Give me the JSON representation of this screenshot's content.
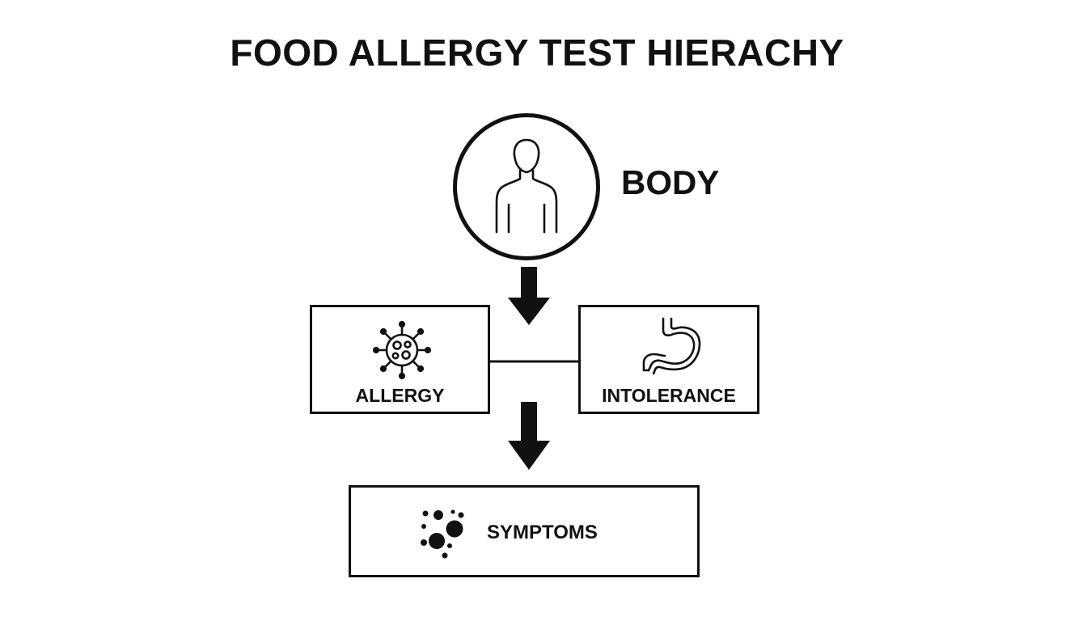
{
  "title": "FOOD ALLERGY TEST HIERACHY",
  "nodes": {
    "body": {
      "label": "BODY",
      "icon": "person-icon"
    },
    "allergy": {
      "label": "ALLERGY",
      "icon": "virus-icon"
    },
    "intolerance": {
      "label": "INTOLERANCE",
      "icon": "stomach-icon"
    },
    "symptoms": {
      "label": "SYMPTOMS",
      "icon": "dots-icon"
    }
  },
  "colors": {
    "stroke": "#111111",
    "background": "#ffffff"
  }
}
